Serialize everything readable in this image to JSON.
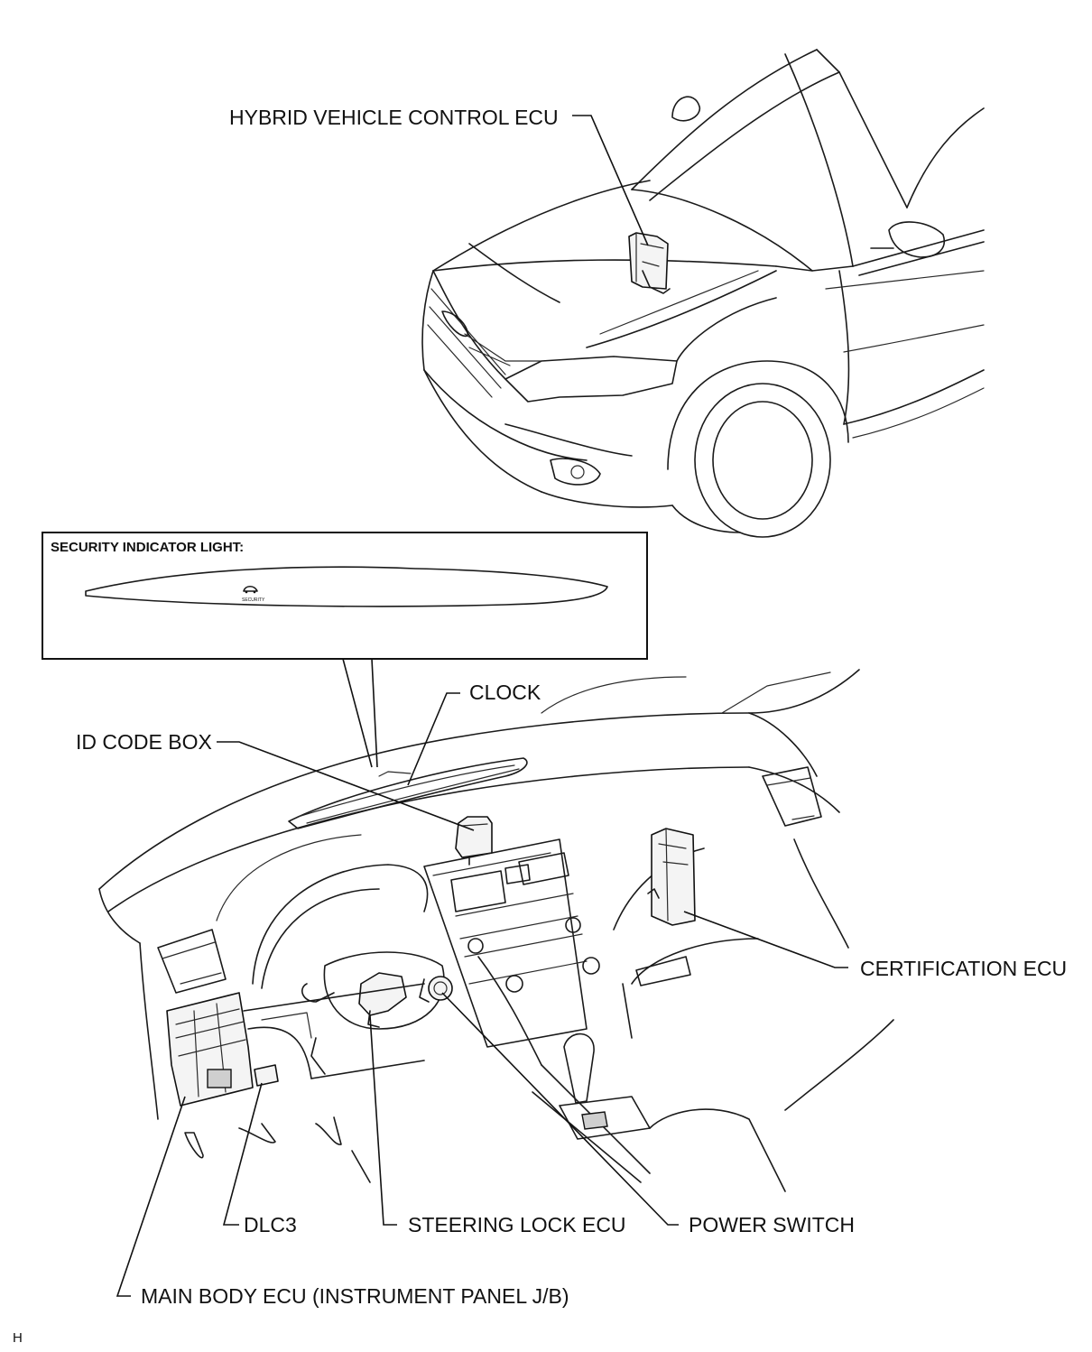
{
  "labels": {
    "hybrid_ecu": "HYBRID VEHICLE CONTROL ECU",
    "security_light": "SECURITY INDICATOR LIGHT:",
    "security_small": "SECURITY",
    "clock": "CLOCK",
    "id_code_box": "ID CODE BOX",
    "certification_ecu": "CERTIFICATION ECU",
    "dlc3": "DLC3",
    "steering_lock_ecu": "STEERING LOCK ECU",
    "power_switch": "POWER SWITCH",
    "main_body_ecu": "MAIN BODY ECU (INSTRUMENT PANEL J/B)",
    "corner_mark": "H"
  }
}
